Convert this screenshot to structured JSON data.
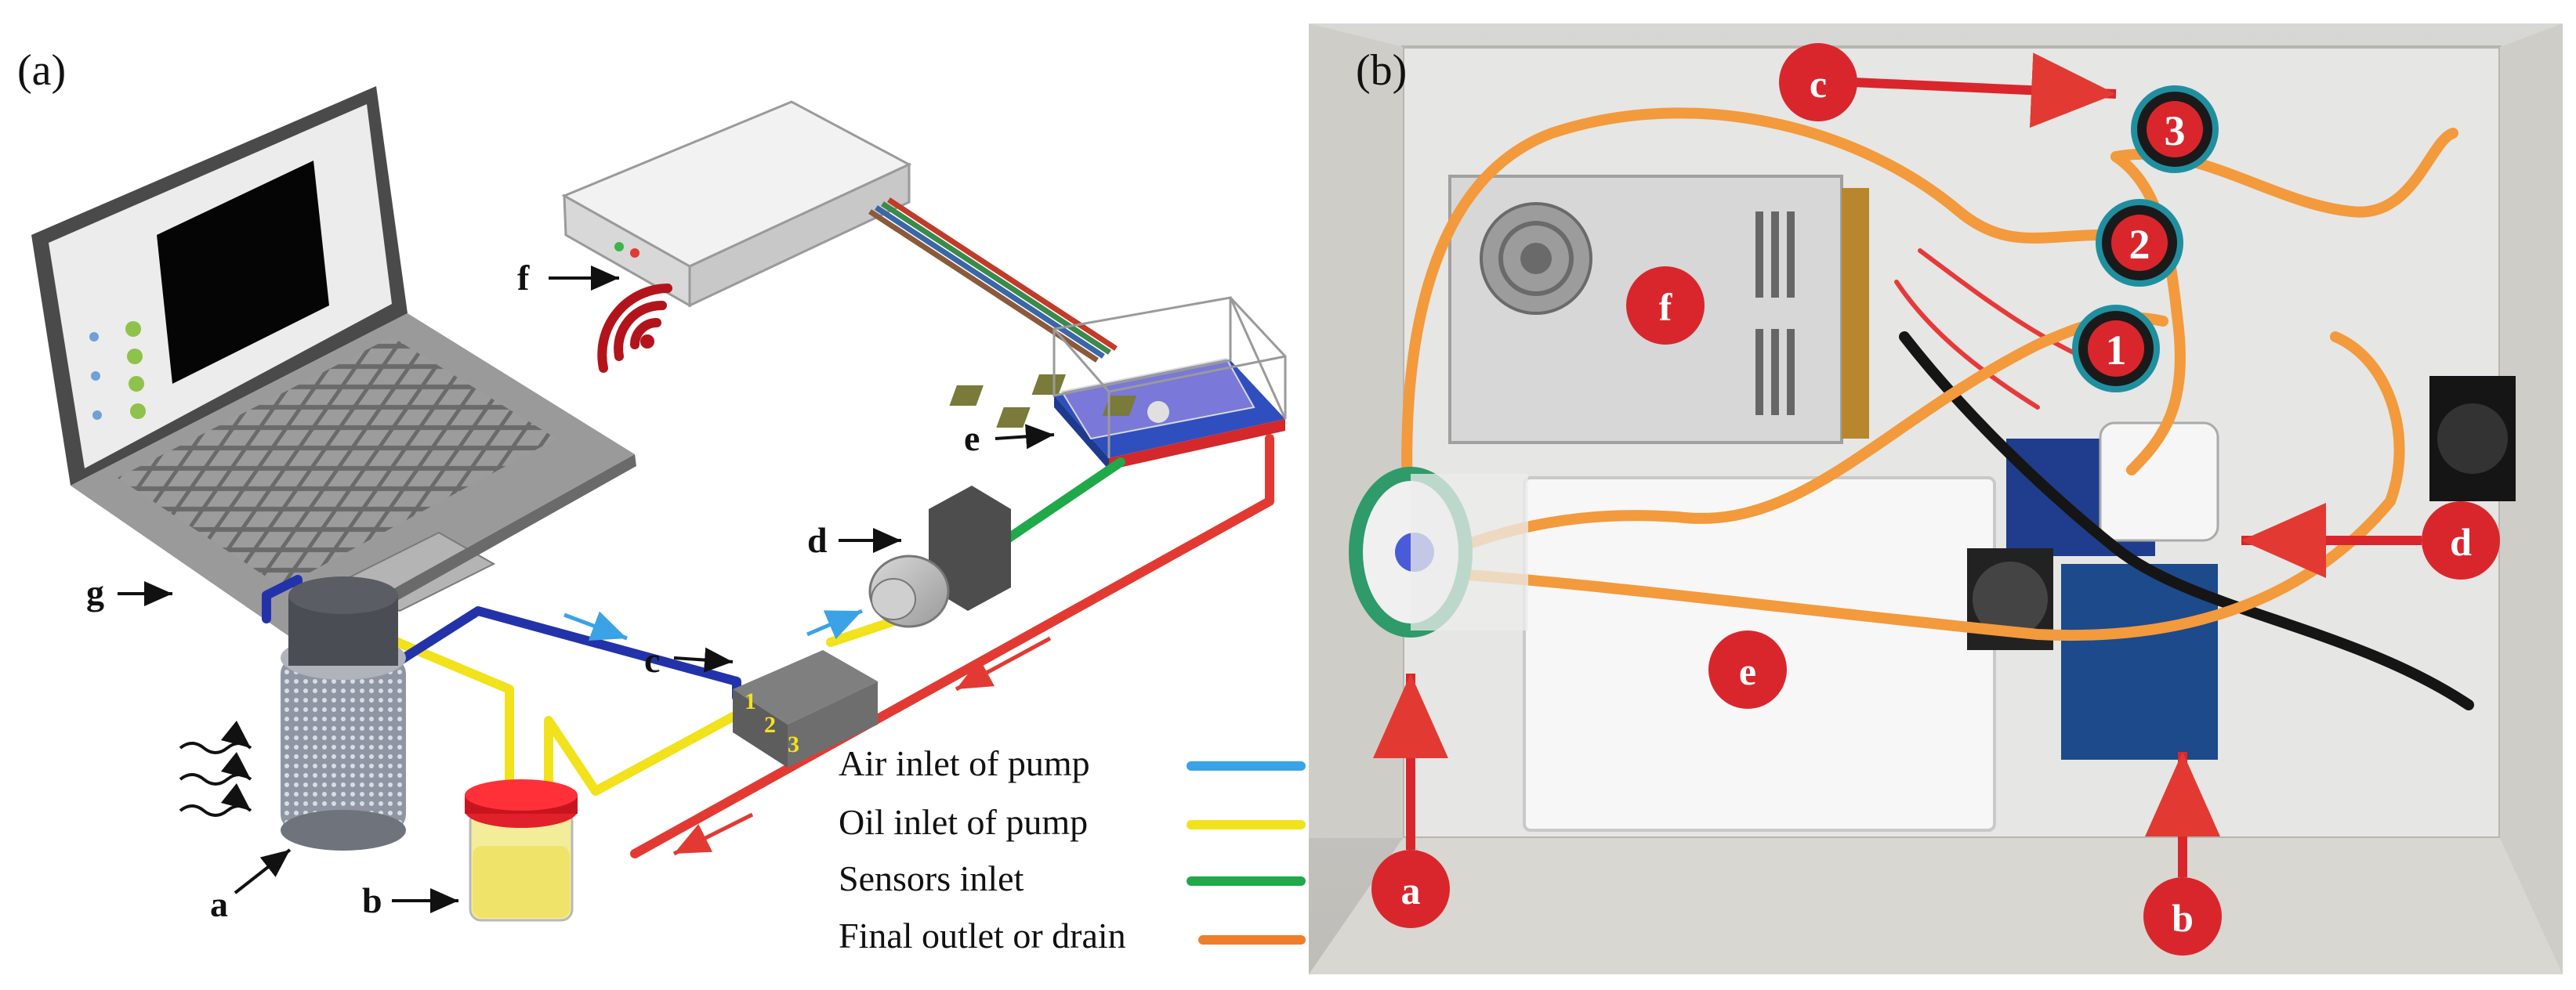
{
  "panel_a": {
    "label": "(a)",
    "letters": {
      "a": "a",
      "b": "b",
      "c": "c",
      "d": "d",
      "e": "e",
      "f": "f",
      "g": "g"
    },
    "ports": [
      "1",
      "2",
      "3"
    ],
    "legend": [
      {
        "text": "Air inlet of pump",
        "color": "#3aa3e6"
      },
      {
        "text": "Oil inlet of pump",
        "color": "#f1e21b"
      },
      {
        "text": "Sensors inlet",
        "color": "#1fa94a"
      },
      {
        "text": "Final outlet or drain",
        "color": "#f07d2a"
      }
    ]
  },
  "panel_b": {
    "label": "(b)",
    "badges": {
      "a": "a",
      "b": "b",
      "c": "c",
      "d": "d",
      "e": "e",
      "f": "f"
    },
    "valves": [
      "1",
      "2",
      "3"
    ],
    "colors": {
      "badge": "#d9262c",
      "tube": "#f39a3c",
      "valve_ring": "#1f8fa0"
    }
  }
}
